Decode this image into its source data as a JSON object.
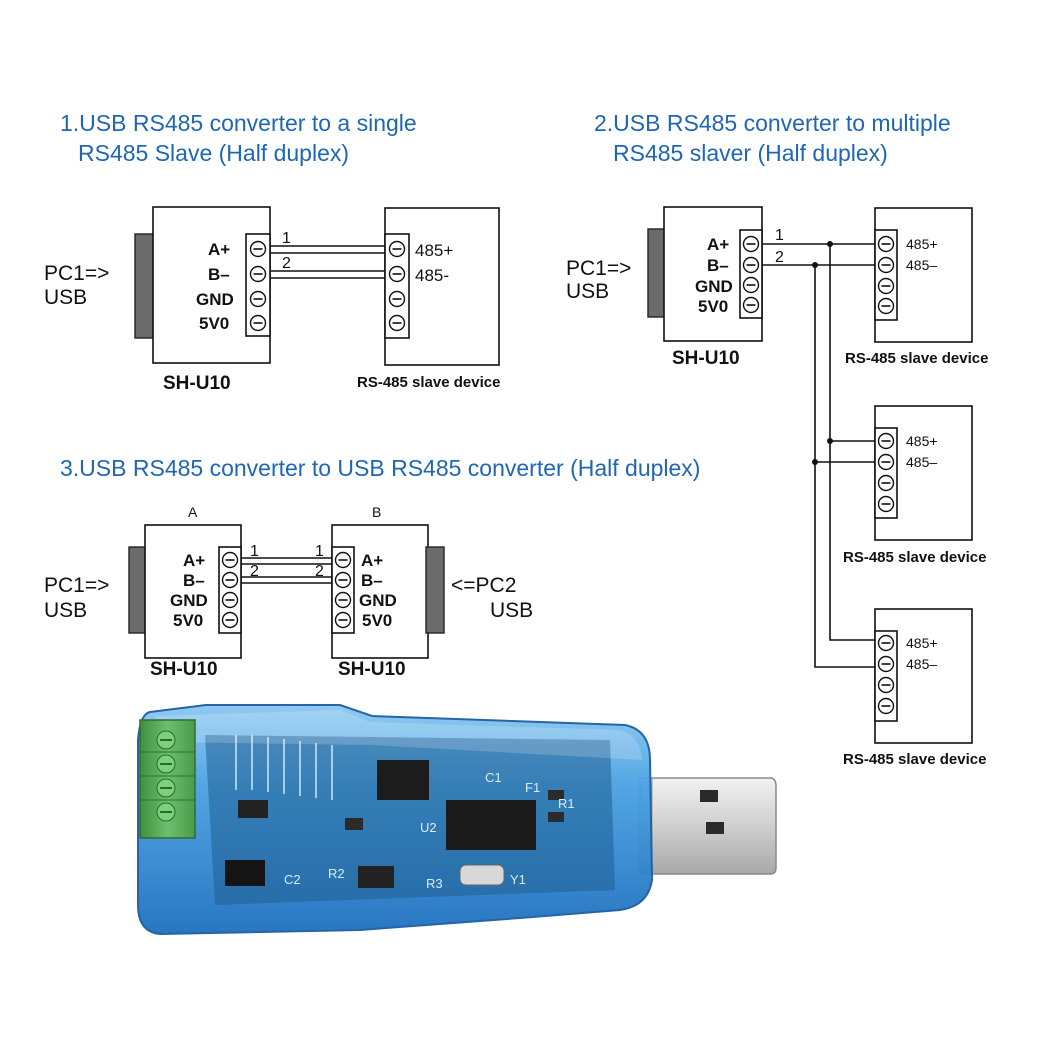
{
  "colors": {
    "title": "#1f66b3",
    "device_body": "#3f9be0",
    "terminal": "#5fb35f",
    "connector": "#c8c8c8"
  },
  "diagram1": {
    "title_line1": "1.USB RS485 converter to a single",
    "title_line2": "RS485 Slave (Half duplex)",
    "pc_label": "PC1=>",
    "usb_label": "USB",
    "pins": [
      "A+",
      "B–",
      "GND",
      "5V0"
    ],
    "wire_numbers": [
      "1",
      "2"
    ],
    "slave_pins": [
      "485+",
      "485-"
    ],
    "device_label": "SH-U10",
    "slave_label": "RS-485 slave device"
  },
  "diagram2": {
    "title_line1": "2.USB RS485 converter to multiple",
    "title_line2": "RS485 slaver (Half duplex)",
    "pc_label": "PC1=>",
    "usb_label": "USB",
    "pins": [
      "A+",
      "B–",
      "GND",
      "5V0"
    ],
    "wire_numbers": [
      "1",
      "2"
    ],
    "device_label": "SH-U10",
    "slaves": [
      {
        "pins": [
          "485+",
          "485–"
        ],
        "label": "RS-485 slave device"
      },
      {
        "pins": [
          "485+",
          "485–"
        ],
        "label": "RS-485 slave device"
      },
      {
        "pins": [
          "485+",
          "485–"
        ],
        "label": "RS-485 slave device"
      }
    ]
  },
  "diagram3": {
    "title": "3.USB RS485 converter to USB  RS485 converter (Half duplex)",
    "box_a": "A",
    "box_b": "B",
    "pc1_label": "PC1=>",
    "pc2_label": "<=PC2",
    "usb_label": "USB",
    "pins": [
      "A+",
      "B–",
      "GND",
      "5V0"
    ],
    "wire_numbers": [
      "1",
      "2"
    ],
    "device_label": "SH-U10"
  },
  "photo": {
    "silkscreen": [
      "C1",
      "F1",
      "R1",
      "U2",
      "R2",
      "C2",
      "R3",
      "Y1"
    ]
  }
}
